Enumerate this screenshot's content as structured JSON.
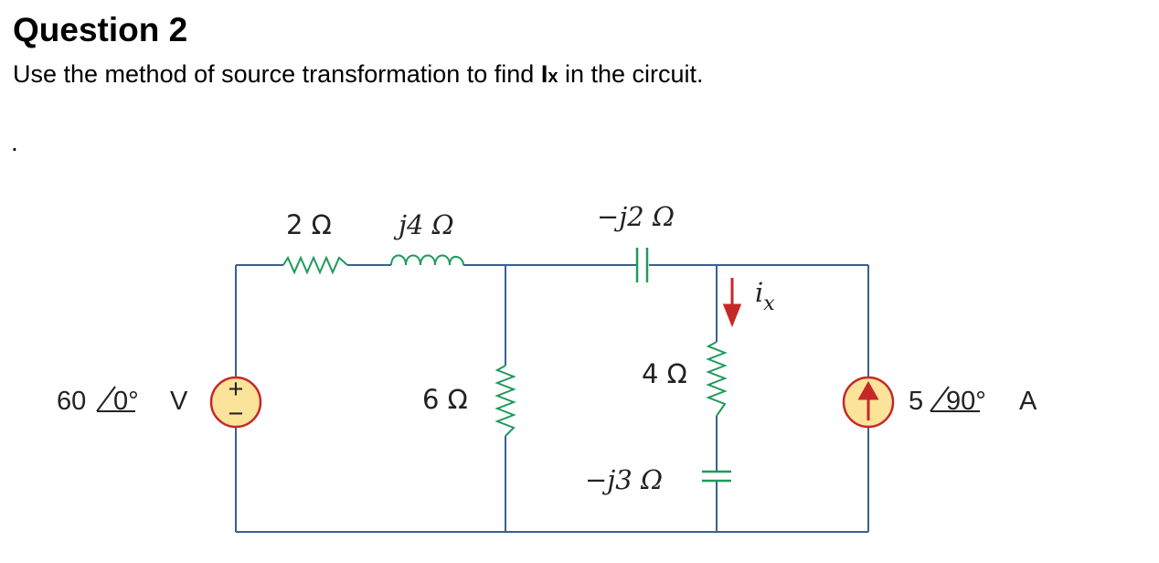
{
  "question": {
    "title": "Question 2",
    "prompt_before": "Use the method of source transformation to find ",
    "prompt_var_main": "I",
    "prompt_var_sub": "x",
    "prompt_after": " in the circuit.",
    "stray_mark": "."
  },
  "circuit": {
    "colors": {
      "wire": "#3b5f94",
      "resistor": "#1e9a5a",
      "source_fill": "#fbe39a",
      "source_stroke": "#c62828",
      "arrow": "#c62828"
    },
    "components": {
      "r_series": "2 Ω",
      "l_series": "j4 Ω",
      "c_top": "−j2 Ω",
      "r_middle": "6 Ω",
      "r_branch": "4 Ω",
      "c_branch": "−j3 Ω",
      "current_label": "i",
      "current_sub": "x"
    },
    "voltage_source": {
      "magnitude": "60",
      "angle": "0°",
      "unit": "V",
      "plus": "+",
      "minus": "−"
    },
    "current_source": {
      "magnitude": "5",
      "angle": "90°",
      "unit": "A"
    }
  }
}
